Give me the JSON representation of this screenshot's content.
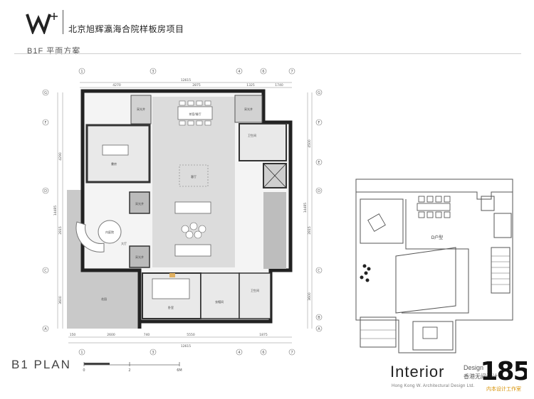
{
  "header": {
    "project_title": "北京旭辉瀛海合院样板房项目",
    "sheet_label": "B1F 平面方案"
  },
  "plan": {
    "grid_columns": [
      "1",
      "3",
      "4",
      "6",
      "7"
    ],
    "grid_rows": [
      "G",
      "F",
      "E",
      "D",
      "C",
      "B",
      "A"
    ],
    "top_total": "12615",
    "top_segments": [
      "4270",
      "2875",
      "1325",
      "1740"
    ],
    "bottom_total": "12615",
    "bottom_segments": [
      "150",
      "2600",
      "740",
      "5550",
      "1875"
    ],
    "left_segments": [
      "4290",
      "2815",
      "3600"
    ],
    "left_total": "14485",
    "right_segments": [
      "4500",
      "2815",
      "3600"
    ],
    "right_total": "14485",
    "rooms": {
      "light_well_a": "采光井",
      "light_well_b": "采光井",
      "light_well_c": "采光井",
      "light_well_d": "采光井",
      "study": "書房",
      "dining": "茶室/餐厅",
      "bathroom_top": "卫生间",
      "living": "客厅",
      "lounge": "内庭院",
      "hall": "大厅",
      "garden": "花园",
      "bedroom": "卧室",
      "closet": "衣帽间",
      "bathroom_bottom": "卫生间"
    },
    "label": "B1 PLAN",
    "scale_ticks": [
      "0",
      "2",
      "6M"
    ]
  },
  "comparison_plan": {
    "room_label": "D户型"
  },
  "branding": {
    "wordmark": "Interior",
    "design": "Design",
    "cn": "香港无间设计",
    "caption": "Hong Kong W. Architectural Design Ltd.",
    "badge": "185",
    "badge_caption": "内本设计工作室"
  }
}
